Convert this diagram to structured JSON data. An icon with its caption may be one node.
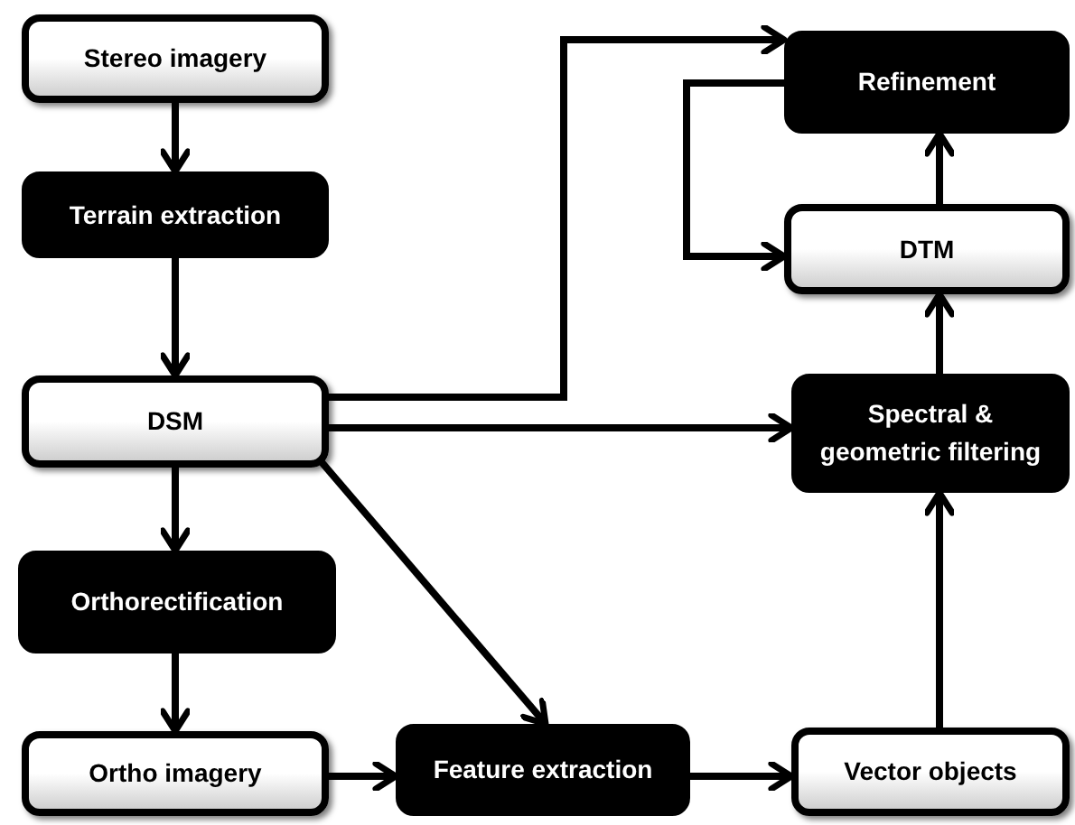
{
  "diagram": {
    "nodes": [
      {
        "text": [
          "Stereo imagery"
        ]
      },
      {
        "text": [
          "Terrain extraction"
        ]
      },
      {
        "text": [
          "DSM"
        ]
      },
      {
        "text": [
          "Orthorectification"
        ]
      },
      {
        "text": [
          "Ortho imagery"
        ]
      },
      {
        "text": [
          "Feature extraction"
        ]
      },
      {
        "text": [
          "Vector objects"
        ]
      },
      {
        "text": [
          "Spectral & geometric filtering"
        ]
      },
      {
        "text": [
          "DTM"
        ]
      },
      {
        "text": [
          "Refinement"
        ]
      }
    ],
    "edges": [
      {
        "from": 0,
        "to": 1,
        "arrow": "to"
      },
      {
        "from": 1,
        "to": 2,
        "arrow": "to"
      },
      {
        "from": 2,
        "to": 3,
        "arrow": "to"
      },
      {
        "from": 3,
        "to": 4,
        "arrow": "to"
      },
      {
        "from": 4,
        "to": 5,
        "arrow": "to"
      },
      {
        "from": 5,
        "to": 6,
        "arrow": "to"
      },
      {
        "from": 6,
        "to": 7,
        "arrow": "to"
      },
      {
        "from": 7,
        "to": 8,
        "arrow": "to"
      },
      {
        "from": 8,
        "to": 9,
        "arrow": "to"
      },
      {
        "from": 9,
        "to": 8,
        "arrow": "to"
      },
      {
        "from": 2,
        "to": 9,
        "arrow": "to"
      },
      {
        "from": 2,
        "to": 7,
        "arrow": "to"
      },
      {
        "from": 2,
        "to": 5,
        "arrow": "to"
      }
    ]
  }
}
